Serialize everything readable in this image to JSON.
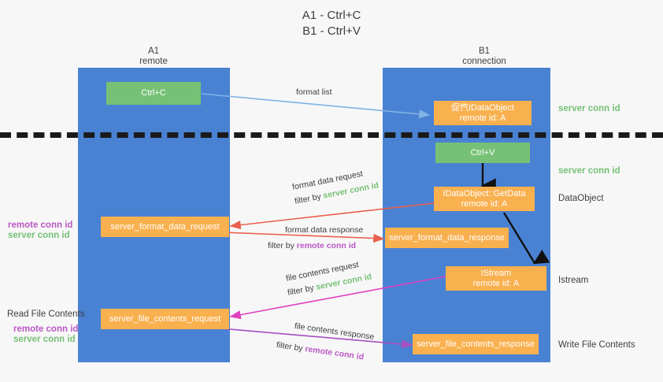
{
  "title": {
    "line1": "A1 - Ctrl+C",
    "line2": "B1 - Ctrl+V"
  },
  "columns": [
    {
      "name": "A1",
      "sub": "remote"
    },
    {
      "name": "B1",
      "sub": "connection"
    }
  ],
  "nodes": {
    "ctrl_c": {
      "label": "Ctrl+C"
    },
    "data_object_top": {
      "line1": "促忾IDataObject",
      "line2": "remote id: A"
    },
    "ctrl_v": {
      "label": "Ctrl+V"
    },
    "get_data": {
      "line1": "IDataObject::GetData",
      "line2": "remote id: A"
    },
    "istream": {
      "line1": "IStream",
      "line2": "remote id: A"
    },
    "server_format_data_request": {
      "label": "server_format_data_request"
    },
    "server_format_data_response": {
      "label": "server_format_data_response"
    },
    "server_file_contents_request": {
      "label": "server_file_contents_request"
    },
    "server_file_contents_response": {
      "label": "server_file_contents_response"
    }
  },
  "right_labels": {
    "server_conn_id_1": "server conn id",
    "server_conn_id_2": "server conn id",
    "data_object": "DataObject",
    "istream": "Istream",
    "write_file_contents": "Write File Contents"
  },
  "left_labels": {
    "remote_conn_id_1": "remote conn id",
    "server_conn_id_1": "server conn id",
    "read_file_contents": "Read File Contents",
    "remote_conn_id_2": "remote conn id",
    "server_conn_id_2": "server conn id"
  },
  "edges": {
    "format_list": "format list",
    "format_data_request": "format data request",
    "format_data_request_filter_prefix": "filter by ",
    "format_data_request_filter_value": "server conn id",
    "format_data_response": "format data response",
    "format_data_response_filter_prefix": "filter by ",
    "format_data_response_filter_value": "remote conn id",
    "file_contents_request": "file contents request",
    "file_contents_request_filter_prefix": "filter by ",
    "file_contents_request_filter_value": "server conn id",
    "file_contents_response": "file contents response",
    "file_contents_response_filter_prefix": "filter by ",
    "file_contents_response_filter_value": "remote conn id"
  },
  "colors": {
    "lane": "#4a82d3",
    "orange": "#f9b04e",
    "green": "#76c176",
    "green_text": "#76c176",
    "purple_text": "#bb58c6",
    "arrow_blue": "#7fb3e6",
    "arrow_red": "#e8604c",
    "arrow_magenta": "#e040c0",
    "arrow_purple": "#a74fc0",
    "arrow_black": "#111111",
    "background": "#f7f7f7"
  }
}
